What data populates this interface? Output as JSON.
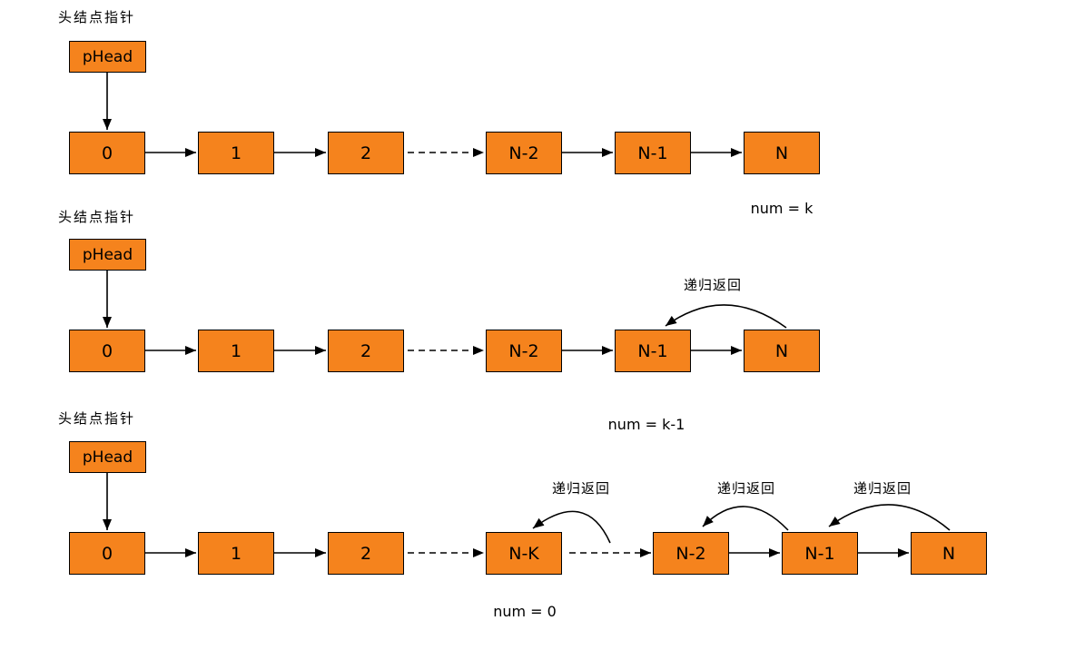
{
  "rows": [
    {
      "pointer_label": "头结点指针",
      "head_node": "pHead",
      "nodes": [
        "0",
        "1",
        "2",
        "N-2",
        "N-1",
        "N"
      ],
      "counter": "num = k"
    },
    {
      "pointer_label": "头结点指针",
      "head_node": "pHead",
      "nodes": [
        "0",
        "1",
        "2",
        "N-2",
        "N-1",
        "N"
      ],
      "counter": "num = k-1",
      "return_label": "递归返回"
    },
    {
      "pointer_label": "头结点指针",
      "head_node": "pHead",
      "nodes": [
        "0",
        "1",
        "2",
        "N-K",
        "N-2",
        "N-1",
        "N"
      ],
      "counter": "num = 0",
      "return_labels": [
        "递归返回",
        "递归返回",
        "递归返回"
      ]
    }
  ],
  "colors": {
    "node_fill": "#F5831D",
    "node_border": "#000000",
    "background": "#FFFFFF",
    "text": "#000000"
  }
}
